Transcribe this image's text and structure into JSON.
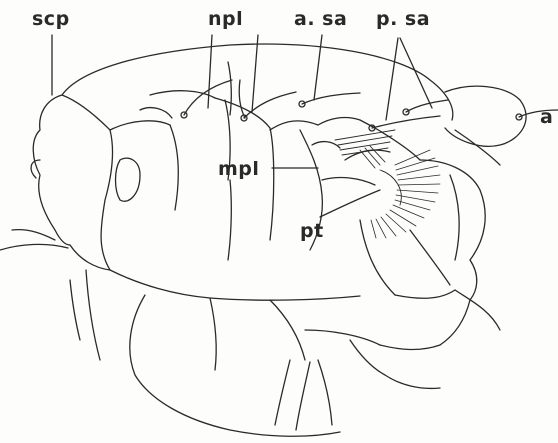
{
  "labels": {
    "scp": "scp",
    "npl": "npl",
    "a_sa": "a. sa",
    "p_sa": "p. sa",
    "a": "a",
    "mpl": "mpl",
    "pt": "pt"
  },
  "colors": {
    "ink": "#2a2a2a",
    "paper": "#fdfdfb"
  }
}
